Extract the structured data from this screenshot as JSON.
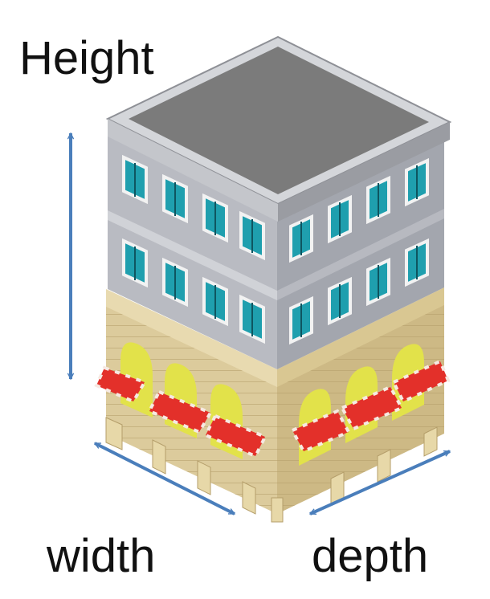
{
  "labels": {
    "height": "Height",
    "width": "width",
    "depth": "depth"
  },
  "colors": {
    "arrow": "#4a7ebb",
    "roof": "#7b7b7b",
    "roof_rim_light": "#d4d6da",
    "roof_rim_dark": "#9a9ca2",
    "upper_wall_left": "#b9bbc2",
    "upper_wall_right": "#a3a6ae",
    "ground_wall_left": "#dccb9c",
    "ground_wall_right": "#cdb985",
    "window_glass": "#1f9fae",
    "window_frame": "#f2f2f2",
    "awning_red": "#e3302a",
    "awning_white": "#f6e9e2",
    "arch_yellow": "#e2e24a"
  },
  "icons": {
    "height_arrow": "double-headed-arrow",
    "width_arrow": "double-headed-arrow",
    "depth_arrow": "double-headed-arrow"
  }
}
